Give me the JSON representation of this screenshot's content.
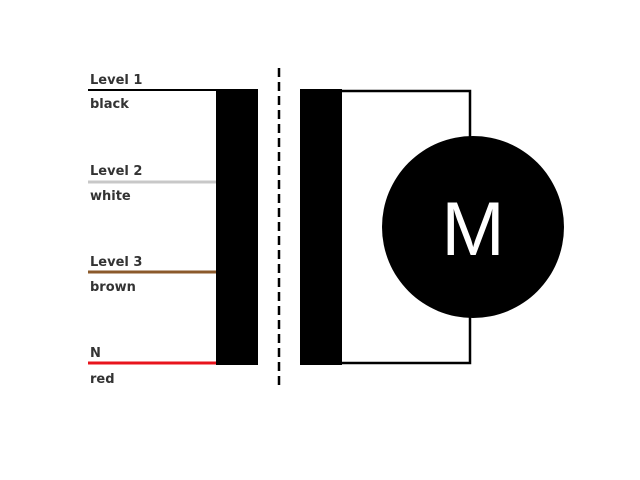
{
  "wires": [
    {
      "level_label": "Level 1",
      "color_label": "black",
      "color": "#000000"
    },
    {
      "level_label": "Level 2",
      "color_label": "white",
      "color": "#c8c8c8"
    },
    {
      "level_label": "Level 3",
      "color_label": "brown",
      "color": "#8b5a2b"
    },
    {
      "level_label": "N",
      "color_label": "red",
      "color": "#e8141c"
    }
  ],
  "motor": {
    "letter": "M",
    "fill_color": "#000000",
    "text_color": "#ffffff"
  },
  "colors": {
    "core": "#000000",
    "separator": "#000000",
    "circuit_line": "#000000",
    "label_text": "#333333"
  }
}
